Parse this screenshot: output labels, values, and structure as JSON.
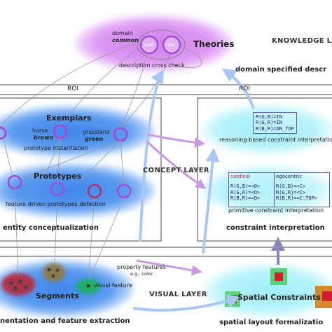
{
  "layers": {
    "knowledge": "KNOWLEDGE LA",
    "concept": "CONCEPT LAYER",
    "visual": "VISUAL LAYER"
  },
  "roi": {
    "left": "ROI",
    "right": "ROI"
  },
  "theories": {
    "title": "Theories",
    "domain": "domain",
    "common": "common",
    "feed": "feed",
    "ride": "ride",
    "cross_check": "description cross check"
  },
  "right_col": {
    "domain_desc": "domain specified descr",
    "reasoning": {
      "lines": [
        "R(G,B)=IN",
        "R(G,R)=IN",
        "R(B,R)=ON_TOP"
      ],
      "label": "reasoning-based constraint interpretatio"
    },
    "primitive": {
      "cardinal_title": "cardinal",
      "cardinal_lines": [
        "R(G,B)=<O>",
        "R(G,R)=<O>",
        "R(B,R)=<O>"
      ],
      "egocentric_title": "egocentric",
      "egocentric_lines": [
        "R(G,B)=<C>",
        "R(G,R)=<C>",
        "R(B,R)=<C:TOP>"
      ],
      "label": "primitive constraint interpretation"
    },
    "constraint_interp": "constraint interpretation",
    "spatial_constraints": "Spatial Constraints",
    "spatial_layout": "spatial layout formalizatio"
  },
  "left_col": {
    "exemplars": {
      "title": "Exemplars",
      "horse": "horse",
      "brown": "brown",
      "grassland": "grassland",
      "green": "green",
      "instantiation": "prototype instantiation"
    },
    "prototypes": {
      "title": "Prototypes",
      "detection": "feature-driven prototypes defection"
    },
    "entity": "entity conceptualization",
    "segments": "Segments",
    "visual_feature": "visual feature",
    "property": "property features",
    "eg": "e.g., color",
    "feature_extraction": "nentation and feature extraction"
  },
  "colors": {
    "purple": "#d58ef0",
    "blue": "#4f93ee",
    "cyan": "#a9f0fb",
    "arrow_blue": "#a9c7f2",
    "arrow_purple": "#c99adf",
    "ring": "#a44ad6",
    "ring_red": "#b0306a"
  }
}
